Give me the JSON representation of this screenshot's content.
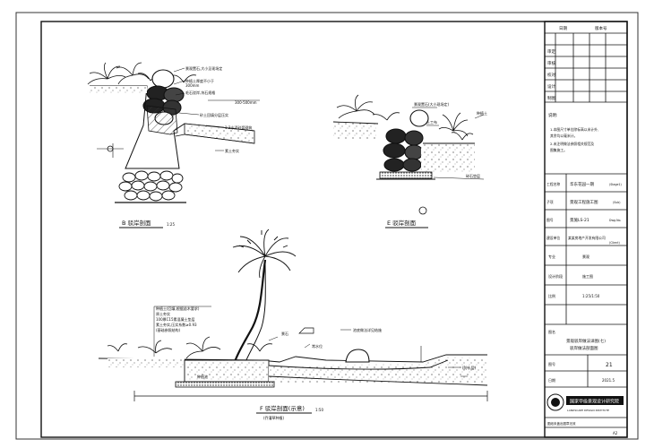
{
  "drawing": {
    "sections": [
      {
        "id": "B",
        "title": "B 驳岸剖面",
        "scale": "1:25"
      },
      {
        "id": "E",
        "title": "E 驳岸剖面",
        "scale": ""
      },
      {
        "id": "F",
        "title": "F 驳岸剖面(示意)",
        "scale": "1:50",
        "note": "(乔灌草种植)"
      }
    ],
    "callouts": {
      "b": [
        "景观置石,大小见现场定",
        "种植土厚度不小于",
        "300mm",
        "毛石驳岸,块石规格",
        "300-500mm",
        "砂土回填分层压实",
        "1:3水泥砂浆砌筑",
        "素土夯实"
      ],
      "e": [
        "景观置石(大小现场定)",
        "种植土",
        "土工布",
        "碎石垫层"
      ],
      "f": [
        "种植土(回填,根据苗木要求)",
        "原土夯实",
        "100厚C15素混凝土垫层",
        "素土夯实,压实系数≥0.93",
        "(基础参照结构)",
        "种植池",
        "景石",
        "常水位",
        "池底做法详见结施",
        "(防水层)"
      ]
    }
  },
  "title_block": {
    "header": [
      "日期",
      "版本号"
    ],
    "sign_rows": [
      "审定",
      "审核",
      "校对",
      "设计",
      "制图"
    ],
    "notes_heading": "说明:",
    "notes": [
      "1.本图尺寸单位除标高以米计外,",
      "其余均以毫米计。",
      "2.未注明做法参照相关规范及",
      "图集施工。"
    ],
    "project_rows": [
      {
        "label": "工程名称",
        "value": "华东花园一期",
        "code": "(Stage1)"
      },
      {
        "label": "子项",
        "value": "景观工程施工图",
        "code": "(Sub)"
      },
      {
        "label": "图号",
        "value": "景施LS-21",
        "code": "Dwg.No."
      },
      {
        "label": "建设单位",
        "value": "某某房地产开发有限公司",
        "code": "(Client)"
      }
    ],
    "mid_rows": [
      "专业",
      "设计阶段",
      "比例"
    ],
    "mid_values": [
      "景观",
      "施工图",
      "1:25/1:50"
    ],
    "drawing_name_label": "图名",
    "drawing_name": "景观驳岸做法详图(七)",
    "drawing_name_2": "驳岸做法剖面图",
    "sheet_no_label": "图号",
    "sheet_no": "21",
    "date_label": "日期",
    "date_value": "2021.5",
    "company": "国家甲级景观设计研究院",
    "company_en": "LANDSCAPE DESIGN INSTITUTE",
    "footer_left": "图纸未盖出图章无效",
    "footer_right": "A2"
  }
}
